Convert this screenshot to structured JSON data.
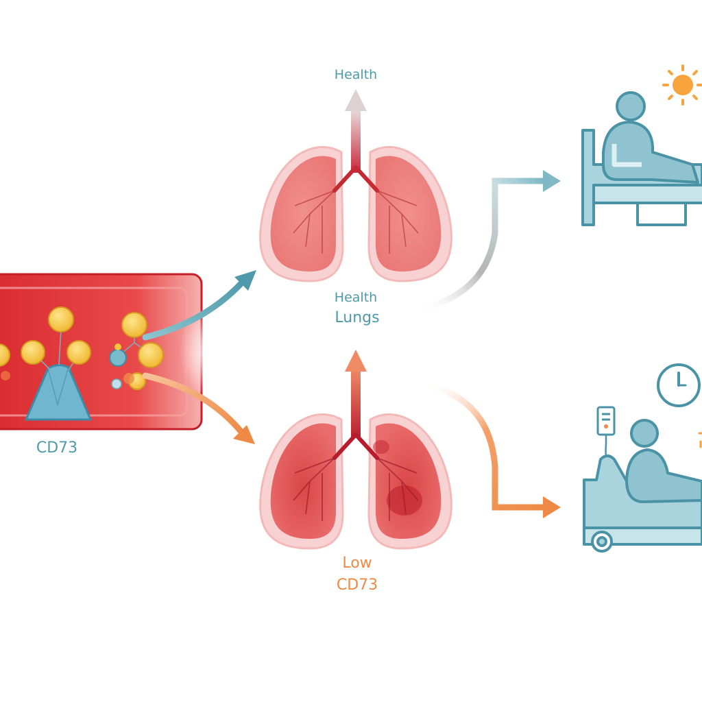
{
  "labels": {
    "health_top": "Health",
    "health_mid": "Health",
    "lungs": "Lungs",
    "cd73_vessel": "CD73",
    "low": "Low",
    "cd73_low": "CD73"
  },
  "colors": {
    "teal": "#4e9aaa",
    "orange": "#ee8a45",
    "vessel_red": "#d9373a",
    "lung_pink": "#f3a0a0",
    "lung_red": "#d94f4f",
    "molecule_yellow": "#f5c53a",
    "patient_teal": "#7ab8c6"
  },
  "icons": {
    "sun": "sun-icon",
    "clock": "clock-icon",
    "iv_bag": "iv-bag-icon"
  }
}
